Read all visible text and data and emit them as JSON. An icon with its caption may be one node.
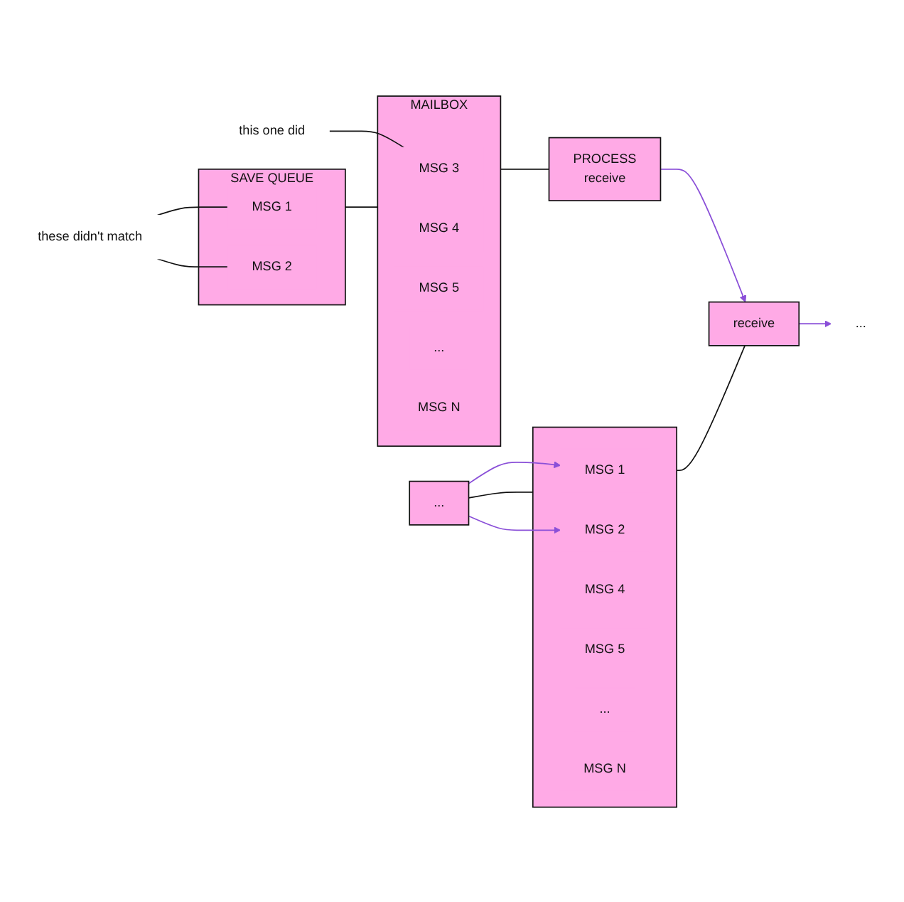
{
  "diagram": {
    "nodes": [
      {
        "text": [
          "these didn't match"
        ]
      },
      {
        "text": [
          "this one did"
        ]
      },
      {
        "text": [
          "SAVE QUEUE"
        ]
      },
      {
        "text": [
          "MSG 1"
        ],
        "in": 2
      },
      {
        "text": [
          "MSG 2"
        ],
        "in": 2
      },
      {
        "text": [
          "MAILBOX"
        ]
      },
      {
        "text": [
          "MSG 3"
        ],
        "in": 5
      },
      {
        "text": [
          "MSG 4"
        ],
        "in": 5
      },
      {
        "text": [
          "MSG 5"
        ],
        "in": 5
      },
      {
        "text": [
          "..."
        ],
        "in": 5
      },
      {
        "text": [
          "MSG N"
        ],
        "in": 5
      },
      {
        "text": [
          "PROCESS",
          "receive"
        ]
      },
      {
        "text": [
          "..."
        ]
      },
      {
        "text": [],
        "shape": "box"
      },
      {
        "text": [
          "MSG 1"
        ],
        "in": 13
      },
      {
        "text": [
          "MSG 2"
        ],
        "in": 13
      },
      {
        "text": [
          "MSG 4"
        ],
        "in": 13
      },
      {
        "text": [
          "MSG 5"
        ],
        "in": 13
      },
      {
        "text": [
          "..."
        ],
        "in": 13
      },
      {
        "text": [
          "MSG N"
        ],
        "in": 13
      },
      {
        "text": [
          "receive"
        ]
      },
      {
        "text": [
          "..."
        ]
      }
    ],
    "edges": [
      {
        "from": 0,
        "to": 3,
        "arrow": "none"
      },
      {
        "from": 0,
        "to": 4,
        "arrow": "none"
      },
      {
        "from": 1,
        "to": 6,
        "arrow": "none"
      },
      {
        "from": 2,
        "to": 5,
        "arrow": "none"
      },
      {
        "from": 5,
        "to": 11,
        "arrow": "none"
      },
      {
        "from": 11,
        "to": 20,
        "arrow": "to",
        "color": "#8a4fd8"
      },
      {
        "from": 12,
        "to": 14,
        "arrow": "to",
        "color": "#8a4fd8"
      },
      {
        "from": 12,
        "to": 15,
        "arrow": "to",
        "color": "#8a4fd8"
      },
      {
        "from": 12,
        "to": 13,
        "arrow": "none"
      },
      {
        "from": 13,
        "to": 20,
        "arrow": "none"
      },
      {
        "from": 20,
        "to": 21,
        "arrow": "to",
        "color": "#8a4fd8"
      }
    ]
  }
}
